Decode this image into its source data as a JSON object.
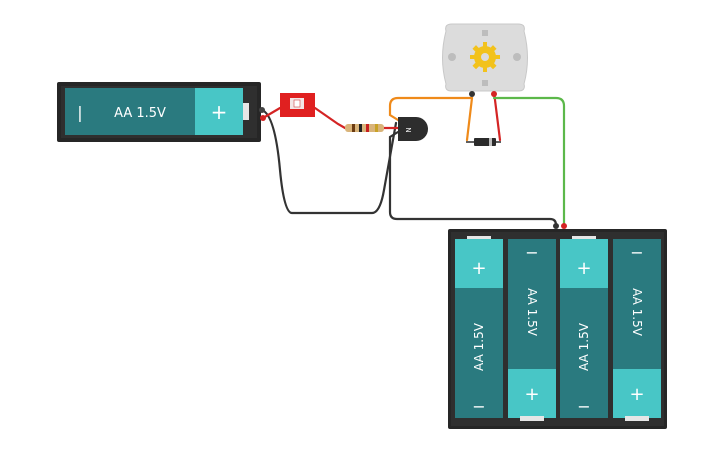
{
  "canvas": {
    "background": "#ffffff"
  },
  "battery_single": {
    "label": "AA 1.5V",
    "minus_symbol": "|",
    "plus_symbol": "+"
  },
  "battery_pack": {
    "cells": [
      {
        "label": "AA 1.5V",
        "top_symbol": "+",
        "bottom_symbol": "−"
      },
      {
        "label": "AA 1.5V",
        "top_symbol": "−",
        "bottom_symbol": "+"
      },
      {
        "label": "AA 1.5V",
        "top_symbol": "+",
        "bottom_symbol": "−"
      },
      {
        "label": "AA 1.5V",
        "top_symbol": "−",
        "bottom_symbol": "+"
      }
    ]
  },
  "transistor": {
    "label": "N"
  },
  "colors": {
    "battery_body": "#2a7a7f",
    "battery_terminal": "#48c6c6",
    "holder": "#262626",
    "wire_black": "#333333",
    "wire_red": "#d42424",
    "wire_orange": "#ef8a1a",
    "wire_green": "#5cb84a",
    "switch": "#e02020",
    "motor_body": "#dcdcdc",
    "motor_gear": "#f2c21c",
    "diode": "#2b2b2b"
  }
}
